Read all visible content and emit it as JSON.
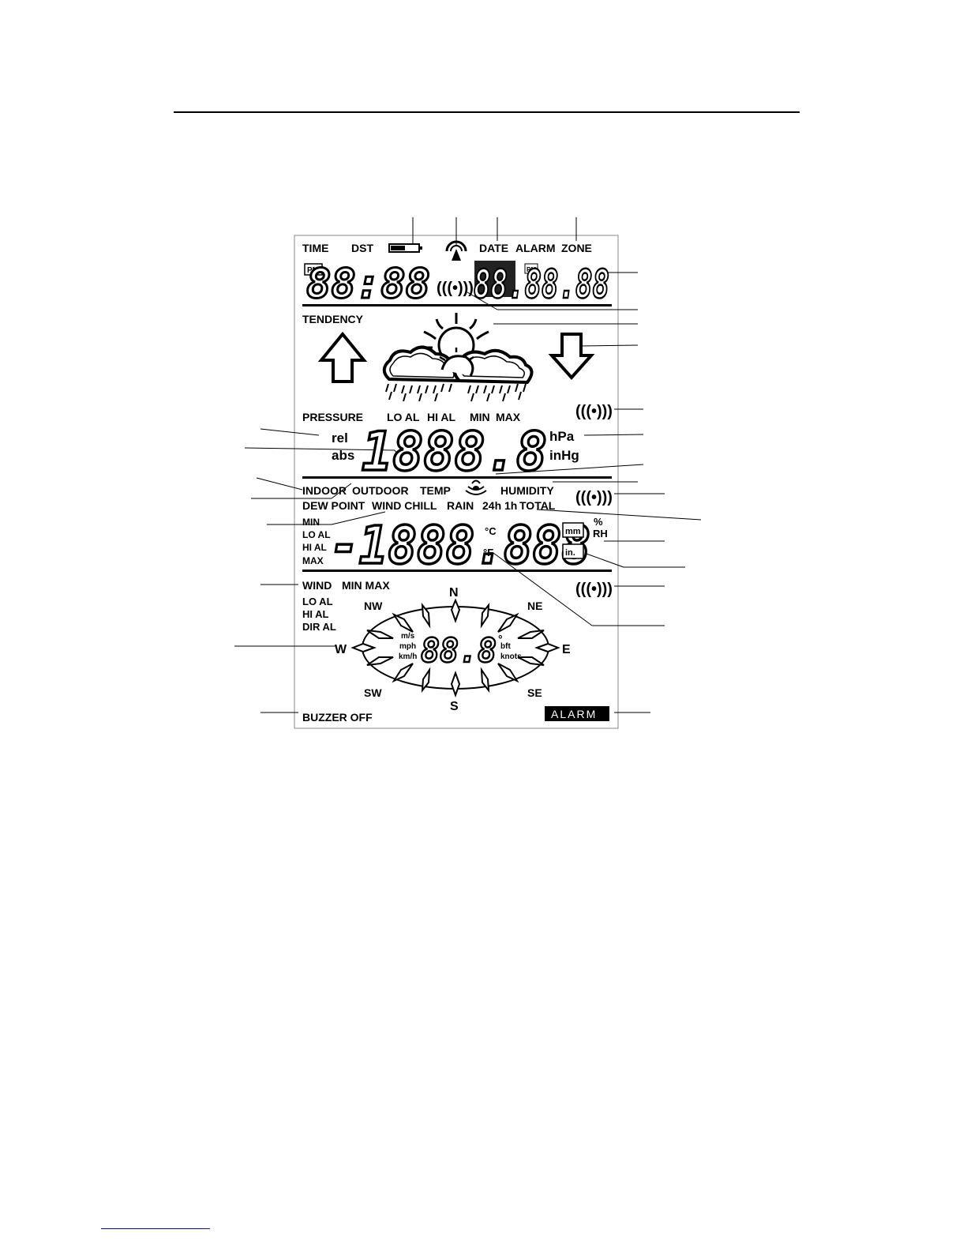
{
  "time_row": {
    "time": "TIME",
    "dst": "DST",
    "date": "DATE",
    "alarm": "ALARM",
    "zone": "ZONE",
    "pm_left": "PM",
    "pm_right": "PM",
    "clock_digits": "88:88",
    "date_digits": "88.88.88"
  },
  "tendency": {
    "label": "TENDENCY"
  },
  "pressure": {
    "label": "PRESSURE",
    "lo_al": "LO AL",
    "hi_al": "HI AL",
    "min": "MIN",
    "max": "MAX",
    "rel": "rel",
    "abs": "abs",
    "digits": "1888.8",
    "unit_hpa": "hPa",
    "unit_inhg": "inHg"
  },
  "temp_row": {
    "indoor": "INDOOR",
    "outdoor": "OUTDOOR",
    "temp": "TEMP",
    "humidity": "HUMIDITY",
    "dew_point": "DEW POINT",
    "wind_chill": "WIND CHILL",
    "rain": "RAIN",
    "rain_24h": "24h",
    "rain_1h": "1h",
    "total": "TOTAL",
    "min": "MIN",
    "lo_al": "LO AL",
    "hi_al": "HI AL",
    "max": "MAX",
    "digits": "-1888.888",
    "unit_c": "°C",
    "unit_f": "°F",
    "unit_mm": "mm",
    "unit_in": "in.",
    "unit_pct": "%",
    "unit_rh": "RH"
  },
  "wind": {
    "label": "WIND",
    "min_max": "MIN MAX",
    "lo_al": "LO AL",
    "hi_al": "HI AL",
    "dir_al": "DIR AL",
    "n": "N",
    "ne": "NE",
    "e": "E",
    "se": "SE",
    "s": "S",
    "sw": "SW",
    "w": "W",
    "nw": "NW",
    "unit_ms": "m/s",
    "unit_mph": "mph",
    "unit_kmh": "km/h",
    "unit_bft": "bft",
    "unit_knots": "knots",
    "degree": "°",
    "digits": "88.8"
  },
  "bottom": {
    "buzzer_off": "BUZZER OFF",
    "alarm_badge": "ALARM"
  }
}
